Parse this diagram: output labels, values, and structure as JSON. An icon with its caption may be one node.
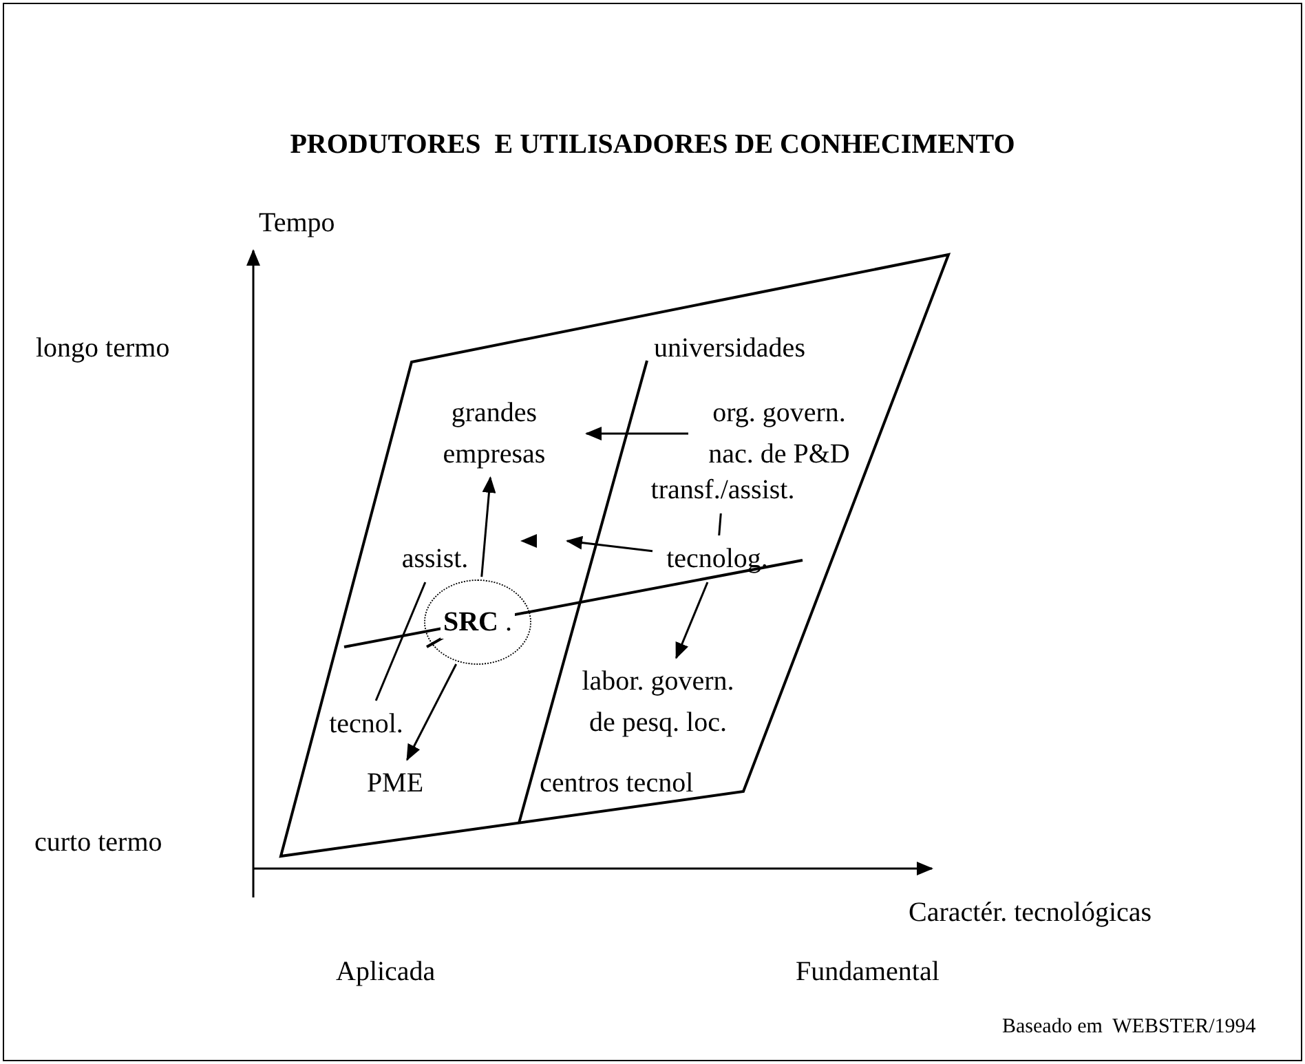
{
  "diagram": {
    "title": "PRODUTORES  E UTILISADORES DE CONHECIMENTO",
    "nodes": [
      {
        "text": [
          "grandes empresas"
        ]
      },
      {
        "text": [
          "org. govern. nac. de P&D"
        ]
      },
      {
        "text": [
          "transf./assist."
        ]
      },
      {
        "text": [
          "**SRC** ."
        ]
      },
      {
        "text": [
          "PME"
        ]
      },
      {
        "text": [
          "labor. govern. de pesq. loc."
        ]
      },
      {
        "text": [
          "assist."
        ]
      },
      {
        "text": [
          "tecnol."
        ]
      },
      {
        "text": [
          "tecnolog."
        ]
      }
    ],
    "edges": [
      {
        "from": 1,
        "to": 0,
        "arrow": "to"
      },
      {
        "from": 3,
        "to": 0,
        "arrow": "to"
      },
      {
        "from": 3,
        "to": 4,
        "arrow": "to"
      },
      {
        "from": 2,
        "to": 8,
        "arrow": "none"
      },
      {
        "from": 8,
        "to": null,
        "arrow": "to"
      },
      {
        "from": 8,
        "to": 5,
        "arrow": "to"
      },
      {
        "from": 6,
        "to": 7,
        "arrow": "none"
      }
    ],
    "labels": [
      "Tempo",
      "longo termo",
      "universidades",
      "centros tecnol",
      "curto termo",
      "Caractér. tecnológicas",
      "Aplicada",
      "Fundamental",
      "Baseado em  WEBSTER/1994"
    ]
  }
}
